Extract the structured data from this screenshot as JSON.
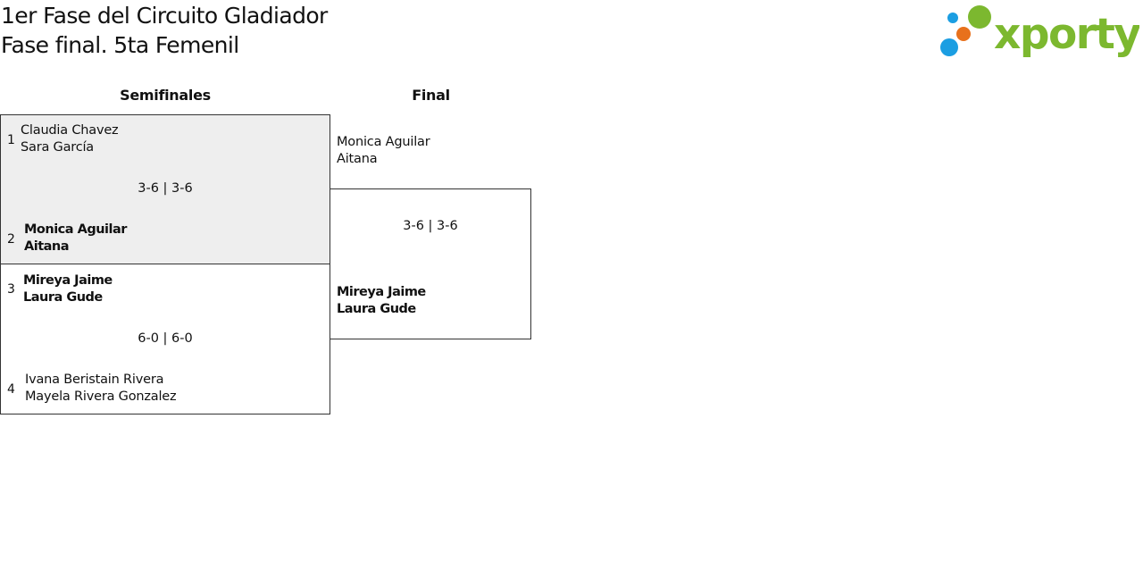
{
  "header": {
    "title_line1": "1er Fase del Circuito Gladiador",
    "title_line2": "Fase final. 5ta Femenil"
  },
  "logo": {
    "text": "xporty",
    "colors": {
      "green": "#7cb82f",
      "blue": "#1b9ee2",
      "orange": "#e8711c"
    }
  },
  "rounds": {
    "semifinals": {
      "title": "Semifinales"
    },
    "final": {
      "title": "Final"
    }
  },
  "semifinal_1": {
    "top": {
      "seed": "1",
      "player1": "Claudia Chavez",
      "player2": "Sara García"
    },
    "score": "3-6 | 3-6",
    "bottom": {
      "seed": "2",
      "player1": "Monica Aguilar",
      "player2": "Aitana"
    }
  },
  "semifinal_2": {
    "top": {
      "seed": "3",
      "player1": "Mireya Jaime",
      "player2": "Laura Gude"
    },
    "score": "6-0 | 6-0",
    "bottom": {
      "seed": "4",
      "player1": "Ivana Beristain Rivera",
      "player2": "Mayela Rivera Gonzalez"
    }
  },
  "final_match": {
    "top": {
      "player1": "Monica Aguilar",
      "player2": "Aitana"
    },
    "score": "3-6 | 3-6",
    "bottom": {
      "player1": "Mireya Jaime",
      "player2": "Laura Gude"
    }
  }
}
